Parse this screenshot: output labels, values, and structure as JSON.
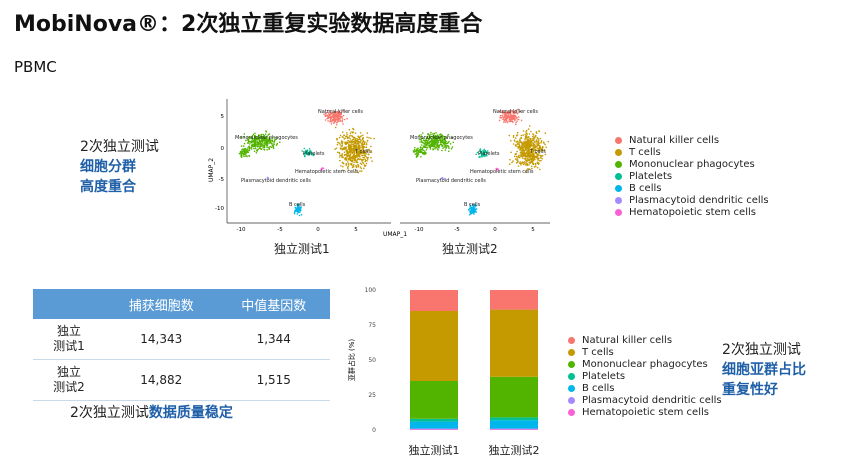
{
  "title": "MobiNova®：2次独立重复实验数据高度重合",
  "subtitle": "PBMC",
  "umap_section": {
    "desc_line1": "2次独立测试",
    "desc_line2": "细胞分群",
    "desc_line3": "高度重合",
    "plot1_caption": "独立测试1",
    "plot2_caption": "独立测试2",
    "x_axis_label": "UMAP_1",
    "y_axis_label": "UMAP_2",
    "x_ticks": [
      "-10",
      "-5",
      "0",
      "5"
    ],
    "y_ticks": [
      "5",
      "0",
      "-5",
      "-10"
    ],
    "cluster_labels": [
      "Natural killer cells",
      "Mononuclear phagocytes",
      "T cells",
      "Platelets",
      "Hematopoietic stem cells",
      "Plasmacytoid dendritic cells",
      "B cells"
    ]
  },
  "legend": [
    {
      "label": "Natural killer cells",
      "color": "#f8766d"
    },
    {
      "label": "T cells",
      "color": "#c49a00"
    },
    {
      "label": "Mononuclear phagocytes",
      "color": "#53b400"
    },
    {
      "label": "Platelets",
      "color": "#00c094"
    },
    {
      "label": "B cells",
      "color": "#00b6eb"
    },
    {
      "label": "Plasmacytoid dendritic cells",
      "color": "#a58aff"
    },
    {
      "label": "Hematopoietic stem cells",
      "color": "#fb61d7"
    }
  ],
  "table": {
    "headers": [
      "",
      "捕获细胞数",
      "中值基因数"
    ],
    "rows": [
      {
        "name": "独立\n测试1",
        "cells": "14,343",
        "genes": "1,344"
      },
      {
        "name": "独立\n测试2",
        "cells": "14,882",
        "genes": "1,515"
      }
    ],
    "caption_plain": "2次独立测试",
    "caption_blue": "数据质量稳定"
  },
  "bar_section": {
    "desc_line1": "2次独立测试",
    "desc_line2": "细胞亚群占比",
    "desc_line3": "重复性好"
  },
  "chart_data": {
    "type": "bar",
    "stacked": true,
    "categories": [
      "独立测试1",
      "独立测试2"
    ],
    "ylabel": "亚群占比 (%)",
    "ylim": [
      0,
      100
    ],
    "yticks": [
      "0",
      "25",
      "50",
      "75",
      "100"
    ],
    "series": [
      {
        "name": "Hematopoietic stem cells",
        "color": "#fb61d7",
        "values": [
          0.5,
          0.5
        ]
      },
      {
        "name": "Plasmacytoid dendritic cells",
        "color": "#a58aff",
        "values": [
          0.5,
          0.5
        ]
      },
      {
        "name": "B cells",
        "color": "#00b6eb",
        "values": [
          5,
          6
        ]
      },
      {
        "name": "Platelets",
        "color": "#00c094",
        "values": [
          2,
          2
        ]
      },
      {
        "name": "Mononuclear phagocytes",
        "color": "#53b400",
        "values": [
          27,
          29
        ]
      },
      {
        "name": "T cells",
        "color": "#c49a00",
        "values": [
          50,
          48
        ]
      },
      {
        "name": "Natural killer cells",
        "color": "#f8766d",
        "values": [
          15,
          14
        ]
      }
    ]
  }
}
